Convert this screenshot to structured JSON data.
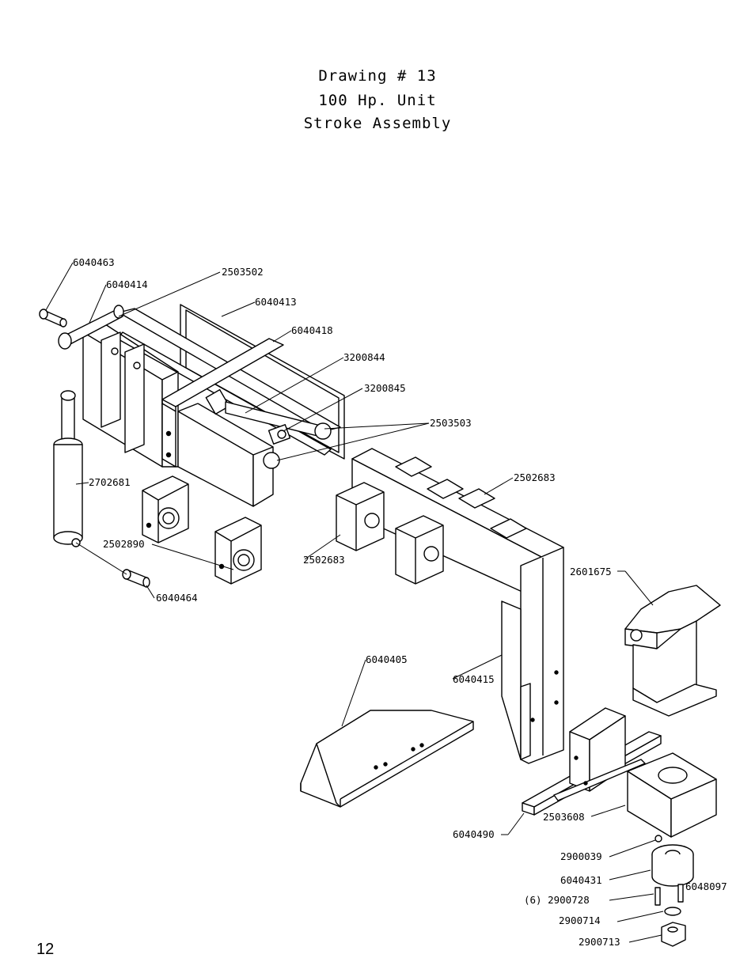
{
  "title": {
    "line1": "Drawing # 13",
    "line2": "100 Hp. Unit",
    "line3": "Stroke Assembly"
  },
  "parts": {
    "p6040463": "6040463",
    "p6040414": "6040414",
    "p2503502": "2503502",
    "p6040413": "6040413",
    "p6040418": "6040418",
    "p3200844": "3200844",
    "p3200845": "3200845",
    "p2503503": "2503503",
    "p2502683a": "2502683",
    "p2702681": "2702681",
    "p2502890": "2502890",
    "p2502683b": "2502683",
    "p6040464": "6040464",
    "p2601675": "2601675",
    "p6040405": "6040405",
    "p6040415": "6040415",
    "p2503608": "2503608",
    "p6040490": "6040490",
    "p2900039": "2900039",
    "p6040431": "6040431",
    "p6048097": "6048097",
    "p2900728": "(6) 2900728",
    "p2900714": "2900714",
    "p2900713": "2900713"
  },
  "page_number": "12"
}
